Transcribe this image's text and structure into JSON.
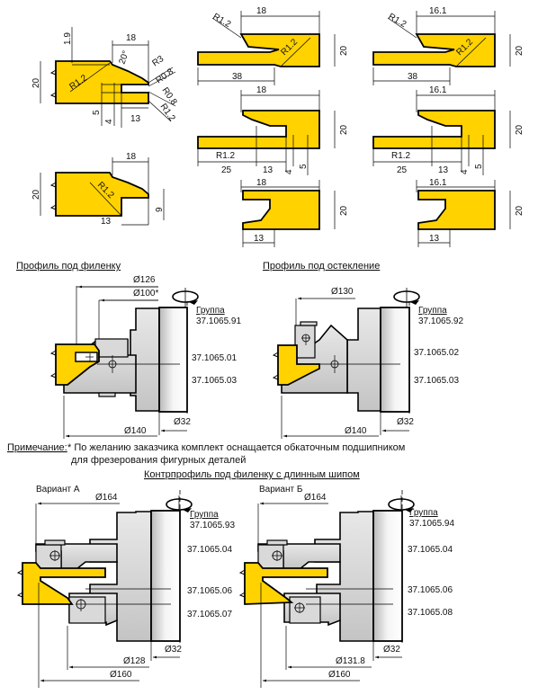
{
  "colors": {
    "workpiece": "#FFD200",
    "cutter": "#d9d9d9",
    "line": "#000000"
  },
  "top_left_profile_1": {
    "dim_top": "1.9",
    "width": "18",
    "angle": "20°",
    "r3": "R3",
    "r08a": "R0.8",
    "r08b": "R0.8",
    "r12b": "R1.2",
    "height": "20",
    "r12": "R1.2",
    "d5": "5",
    "d4": "4",
    "d13": "13"
  },
  "top_left_profile_2": {
    "width": "18",
    "height": "20",
    "r12": "R1.2",
    "d13": "13",
    "d9": "9"
  },
  "middle_column": {
    "row1": {
      "r12a": "R1.2",
      "width": "18",
      "r12b": "R1.2",
      "height": "20",
      "length": "38"
    },
    "row2": {
      "width": "18",
      "height": "20",
      "r12": "R1.2",
      "d25": "25",
      "d13": "13",
      "d4": "4",
      "d5": "5"
    },
    "row3": {
      "width": "18",
      "height": "20",
      "d13": "13"
    }
  },
  "right_column": {
    "row1": {
      "r12a": "R1.2",
      "width": "16.1",
      "r12b": "R1.2",
      "height": "20",
      "length": "38"
    },
    "row2": {
      "width": "16.1",
      "height": "20",
      "r12": "R1.2",
      "d25": "25",
      "d13": "13",
      "d4": "4",
      "d5": "5"
    },
    "row3": {
      "width": "16.1",
      "height": "20",
      "d13": "13"
    }
  },
  "assembly_panel": {
    "title": "Профиль под филенку",
    "d126": "Ø126",
    "d100": "Ø100*",
    "group_label": "Группа",
    "group_code": "37.1065.91",
    "part1": "37.1065.01",
    "part2": "37.1065.03",
    "d32": "Ø32",
    "d140": "Ø140"
  },
  "assembly_glazing": {
    "title": "Профиль под остекление",
    "d130": "Ø130",
    "group_label": "Группа",
    "group_code": "37.1065.92",
    "part1": "37.1065.02",
    "part2": "37.1065.03",
    "d32": "Ø32",
    "d140": "Ø140"
  },
  "note": {
    "label": "Примечание:",
    "line1": "* По желанию заказчика комплект оснащается обкаточным подшипником",
    "line2": "для фрезерования фигурных деталей"
  },
  "counterprofile_title": "Контрпрофиль под филенку с длинным шипом",
  "variant_a": {
    "label": "Вариант А",
    "d164": "Ø164",
    "group_label": "Группа",
    "group_code": "37.1065.93",
    "part1": "37.1065.04",
    "part2": "37.1065.06",
    "part3": "37.1065.07",
    "d32": "Ø32",
    "d_inner": "Ø128",
    "d160": "Ø160"
  },
  "variant_b": {
    "label": "Вариант Б",
    "d164": "Ø164",
    "group_label": "Группа",
    "group_code": "37.1065.94",
    "part1": "37.1065.04",
    "part2": "37.1065.06",
    "part3": "37.1065.08",
    "d32": "Ø32",
    "d_inner": "Ø131.8",
    "d160": "Ø160"
  }
}
